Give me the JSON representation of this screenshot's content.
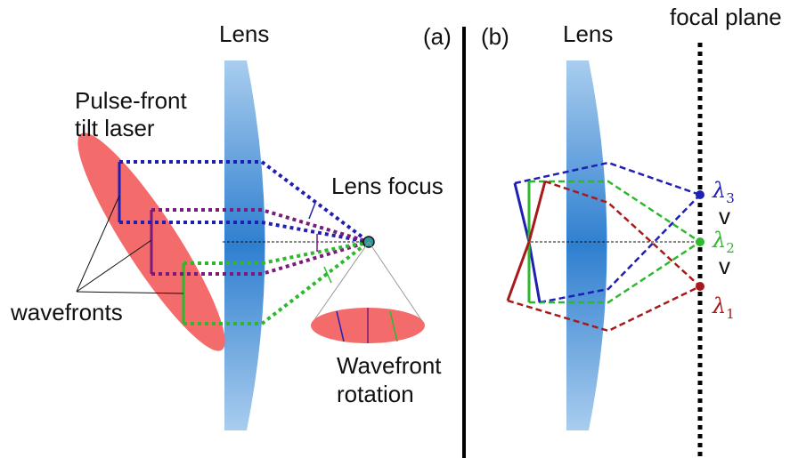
{
  "panel_a": {
    "tag": "(a)",
    "lens_label": "Lens",
    "laser_label_line1": "Pulse-front",
    "laser_label_line2": "tilt laser",
    "wavefronts_label": "wavefronts",
    "focus_label": "Lens focus",
    "rotation_label_line1": "Wavefront",
    "rotation_label_line2": "rotation"
  },
  "panel_b": {
    "tag": "(b)",
    "lens_label": "Lens",
    "focal_plane_label": "focal plane",
    "lambda_symbol": "λ",
    "wavelengths": [
      {
        "sub": "3",
        "color": "#1f1fb3"
      },
      {
        "sub": "2",
        "color": "#2db82d"
      },
      {
        "sub": "1",
        "color": "#b31a1a"
      }
    ],
    "inequality": [
      "v",
      "v"
    ]
  },
  "colors": {
    "laser": "#f36b6b",
    "lens": "#4a8fd6",
    "blue": "#1f1fb3",
    "purple": "#7a1a7a",
    "green": "#2db82d",
    "red": "#a81a1a",
    "divider": "#000000"
  }
}
